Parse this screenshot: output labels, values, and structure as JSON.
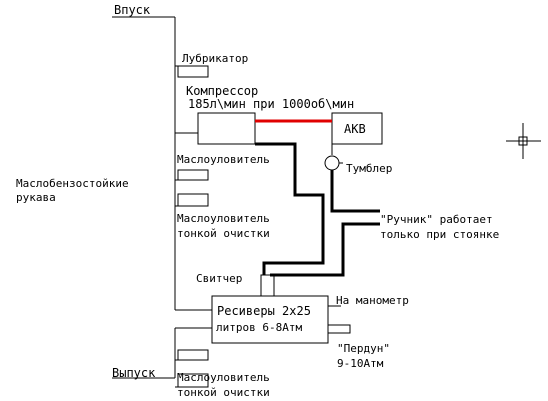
{
  "labels": {
    "inlet": "Впуск",
    "lubricator": "Лубрикатор",
    "compressor_line1": "Компрессор",
    "compressor_line2": "185л\\мин при 1000об\\мин",
    "battery": "АКВ",
    "toggle": "Тумблер",
    "oil_separator": "Маслоуловитель",
    "hoses_line1": "Маслобензостойкие",
    "hoses_line2": "рукава",
    "fine_separator_line1": "Маслоуловитель",
    "fine_separator_line2": "тонкой очистки",
    "handbrake_line1": "\"Ручник\" работает",
    "handbrake_line2": "только при стоянке",
    "pressure_switch": "Свитчер",
    "receivers_line1": "Ресиверы 2х25",
    "receivers_line2": "литров 6-8Атм",
    "gauge": "На манометр",
    "relief_line1": "\"Пердун\"",
    "relief_line2": "9-10Атм",
    "outlet": "Выпуск",
    "fine_separator2_line1": "Маслоуловитель",
    "fine_separator2_line2": "тонкой очистки"
  },
  "colors": {
    "lines": "#000000",
    "power_link": "#e00000",
    "background": "#ffffff"
  }
}
